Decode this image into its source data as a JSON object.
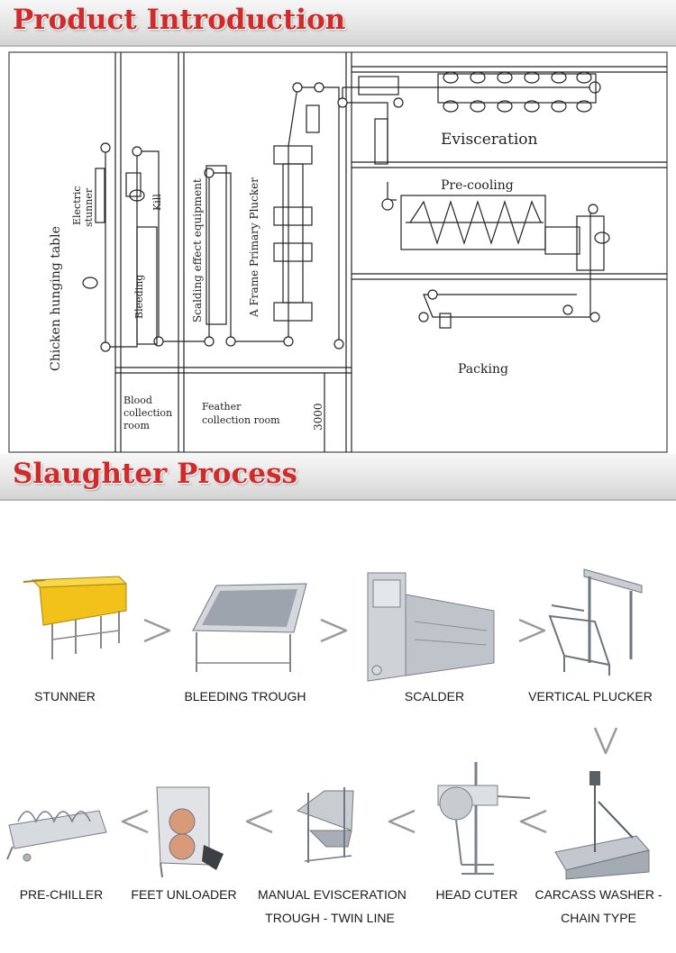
{
  "sections": {
    "intro_title": "Product Introduction",
    "process_title": "Slaughter Process"
  },
  "plan": {
    "labels": {
      "chicken_hanging_table": "Chicken hunging table",
      "electric_stunner_1": "Electric",
      "electric_stunner_2": "stunner",
      "kill": "Kill",
      "bleeding": "Bleeding",
      "scalding": "Scalding effect equipment",
      "plucker": "A Frame Primary Plucker",
      "evisceration": "Evisceration",
      "precooling": "Pre-cooling",
      "packing": "Packing",
      "blood_room_1": "Blood",
      "blood_room_2": "collection",
      "blood_room_3": "room",
      "feather_room_1": "Feather",
      "feather_room_2": "collection room",
      "dimension": "3000"
    }
  },
  "process": {
    "steps": [
      {
        "label": "STUNNER"
      },
      {
        "label": "BLEEDING TROUGH"
      },
      {
        "label": "SCALDER"
      },
      {
        "label": "VERTICAL PLUCKER"
      },
      {
        "label": "CARCASS WASHER -",
        "label2": "CHAIN TYPE"
      },
      {
        "label": "HEAD CUTER"
      },
      {
        "label": "MANUAL EVISCERATION",
        "label2": "TROUGH - TWIN LINE"
      },
      {
        "label": "FEET UNLOADER"
      },
      {
        "label": "PRE-CHILLER"
      }
    ]
  },
  "colors": {
    "title_red": "#cf2b2b",
    "line_dark": "#222222",
    "machine_yellow": "#f2c21a",
    "steel": "#c9ccd1",
    "arrow_gray": "#9a9a9a"
  }
}
